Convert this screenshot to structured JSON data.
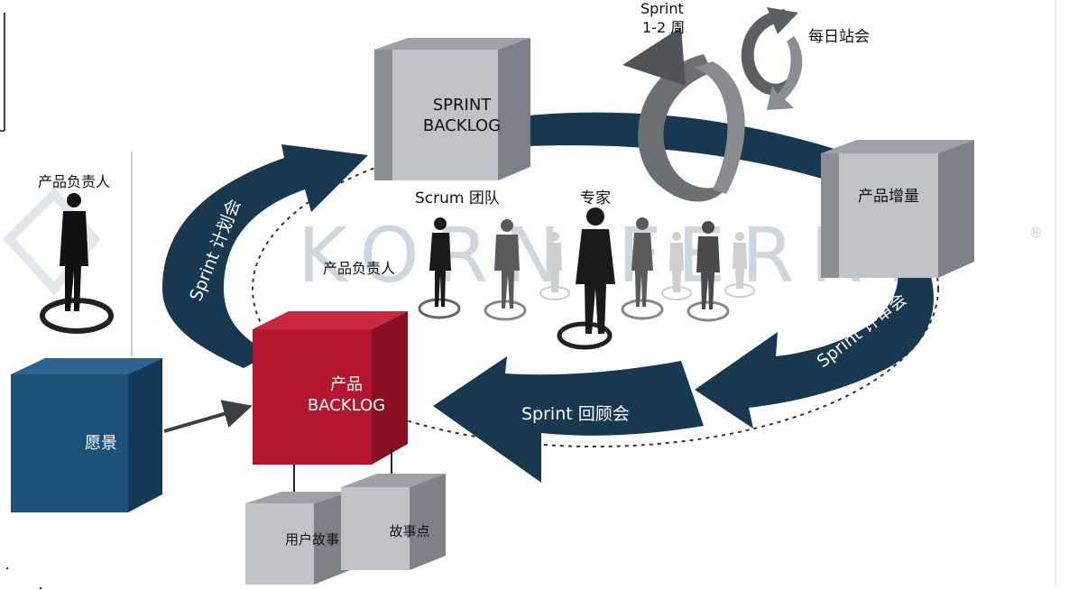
{
  "watermark": {
    "text": "KORN FERRY",
    "registered_mark": "®"
  },
  "product_owner_left": "产品负责人",
  "boxes": {
    "vision": "愿景",
    "product_backlog": [
      "产品",
      "BACKLOG"
    ],
    "sprint_backlog": [
      "SPRINT",
      "BACKLOG"
    ],
    "product_increment": "产品增量",
    "user_story": "用户故事",
    "story_points": "故事点"
  },
  "cycle_labels": {
    "planning": "Sprint 计划会",
    "review": "Sprint 评审会",
    "retrospective": "Sprint 回顾会"
  },
  "sprint_duration": [
    "Sprint",
    "1-2 周"
  ],
  "daily_standup": "每日站会",
  "team": {
    "scrum_team": "Scrum 团队",
    "expert": "专家",
    "product_owner": "产品负责人"
  },
  "colors": {
    "arrow_navy": "#18384f",
    "vision_blue": "#1d5178",
    "backlog_red": "#b3162e",
    "box_gray": "#b9bcc2",
    "watermark": "#c9d3d9"
  }
}
